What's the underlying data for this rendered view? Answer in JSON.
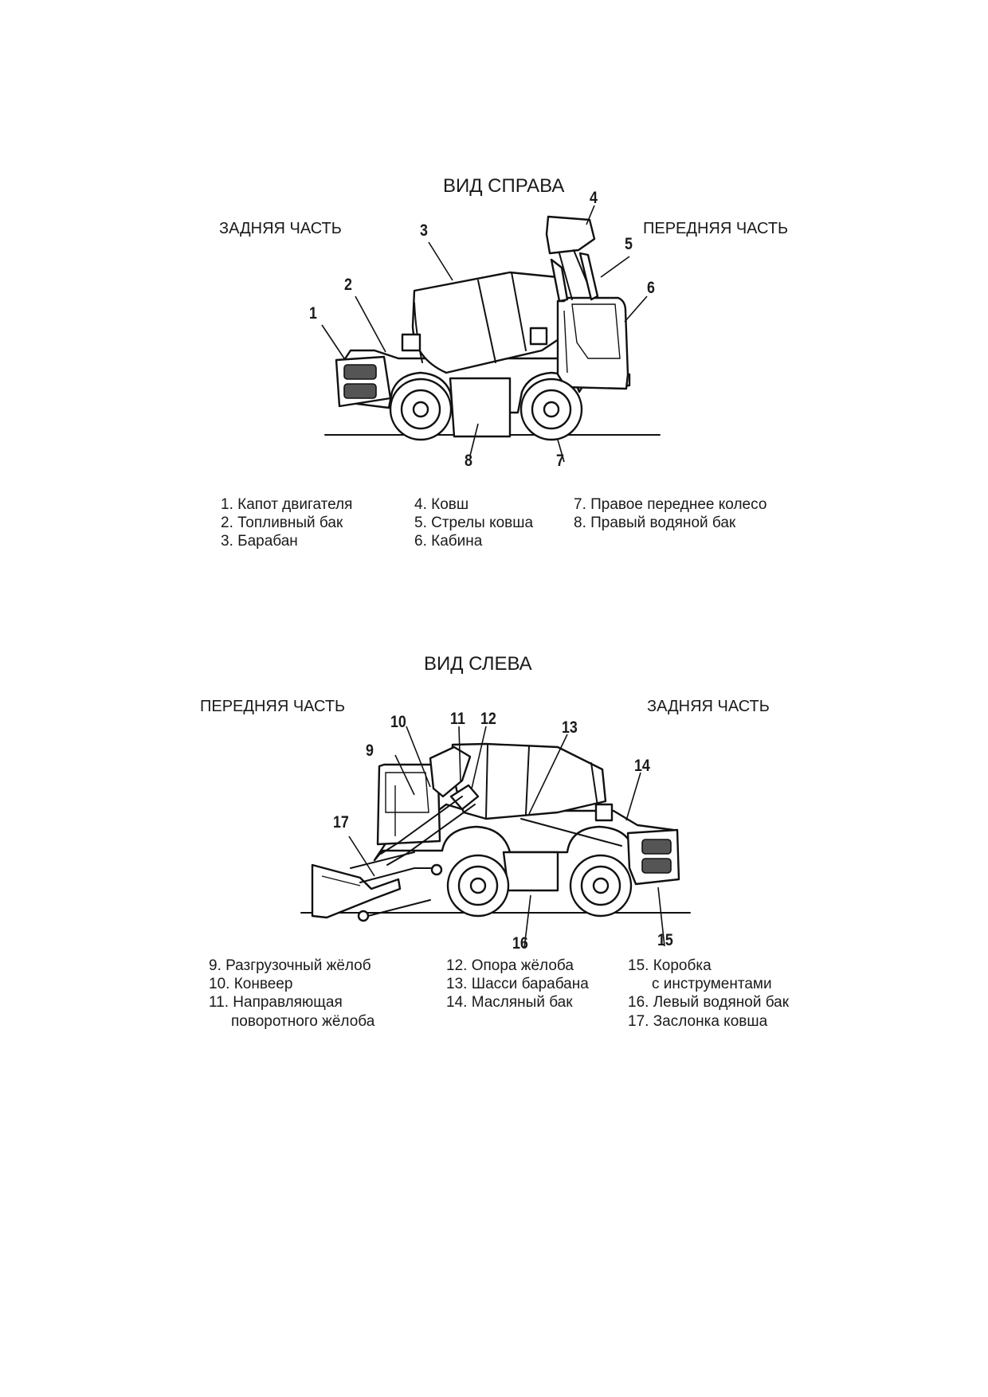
{
  "right_view": {
    "title": "ВИД СПРАВА",
    "left_side": "ЗАДНЯЯ ЧАСТЬ",
    "right_side": "ПЕРЕДНЯЯ ЧАСТЬ",
    "callouts": [
      "1",
      "2",
      "3",
      "4",
      "5",
      "6",
      "7",
      "8"
    ],
    "legend": {
      "col1": [
        "1. Капот двигателя",
        "2. Топливный бак",
        "3. Барабан"
      ],
      "col2": [
        "4. Ковш",
        "5. Стрелы ковша",
        "6. Кабина"
      ],
      "col3": [
        "7. Правое переднее колесо",
        "8. Правый водяной бак"
      ]
    }
  },
  "left_view": {
    "title": "ВИД СЛЕВА",
    "left_side": "ПЕРЕДНЯЯ ЧАСТЬ",
    "right_side": "ЗАДНЯЯ ЧАСТЬ",
    "callouts": [
      "9",
      "10",
      "11",
      "12",
      "13",
      "14",
      "15",
      "16",
      "17"
    ],
    "legend": {
      "col1": [
        "9. Разгрузочный жёлоб",
        "10. Конвеер",
        "11. Направляющая",
        "поворотного жёлоба"
      ],
      "col2": [
        "12. Опора жёлоба",
        "13. Шасси барабана",
        "14. Масляный бак"
      ],
      "col3": [
        "15. Коробка",
        "с инструментами",
        "16. Левый водяной бак",
        "17. Заслонка ковша"
      ]
    }
  },
  "icons": [
    "mixer-truck-right-view",
    "mixer-truck-left-view"
  ]
}
